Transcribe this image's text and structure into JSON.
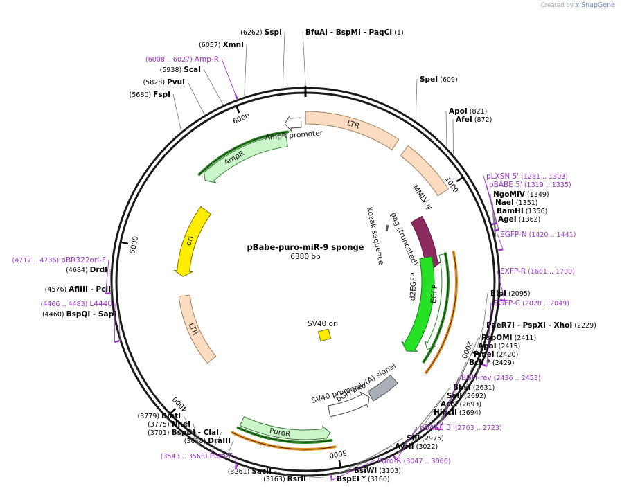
{
  "credit": {
    "prefix": "Created by",
    "brand": "SnapGene"
  },
  "plasmid": {
    "name": "pBabe-puro-miR-9 sponge",
    "size_label": "6380 bp",
    "length": 6380
  },
  "colors": {
    "backbone": "#1a1a1a",
    "primer": "#9b30c8",
    "ltr": "#fbdcc0",
    "mmlv": "#fbdcc0",
    "gag": "#8d2a60",
    "egfp": "#27e127",
    "d2egfp": "#c9f5c9",
    "ampr": "#c9f5c9",
    "ori": "#ffee00",
    "puror": "#c9f5c9",
    "bgh": "#a9afb6",
    "sv40ori": "#ffee00",
    "promoter": "#ffffff",
    "orf_green": "#2a8a20",
    "orf_orange": "#e08d20"
  },
  "ticks": [
    "1000",
    "2000",
    "3000",
    "4000",
    "5000",
    "6000"
  ],
  "features": [
    {
      "label": "LTR",
      "start": 1,
      "end": 589,
      "style": "ltr"
    },
    {
      "label": "MMLV ψ",
      "start": 656,
      "end": 1010,
      "style": "mmlv"
    },
    {
      "label": "gag (truncated)",
      "start": 1075,
      "end": 1492,
      "style": "gag"
    },
    {
      "label": "d2EGFP",
      "start": 1394,
      "end": 2205,
      "style": "d2egfp"
    },
    {
      "label": "EGFP",
      "start": 1394,
      "end": 2110,
      "style": "egfp"
    },
    {
      "label": "bGH poly(A) signal",
      "start": 2440,
      "end": 2664,
      "style": "bgh"
    },
    {
      "label": "SV40 promoter",
      "start": 2676,
      "end": 3006,
      "style": "promoter"
    },
    {
      "label": "PuroR",
      "start": 3025,
      "end": 3624,
      "style": "puror"
    },
    {
      "label": "LTR",
      "start": 4080,
      "end": 4669,
      "style": "ltr"
    },
    {
      "label": "ori",
      "start": 4829,
      "end": 5417,
      "style": "ori"
    },
    {
      "label": "AmpR",
      "start": 5588,
      "end": 6247,
      "style": "ampr"
    },
    {
      "label": "AmpR promoter",
      "start": 6248,
      "end": 6352,
      "style": "promoter"
    }
  ],
  "feature_labels": {
    "kozak": "Kozak sequence",
    "sv40ori": "SV40 ori",
    "mmlv": "MMLV ψ",
    "gag": "gag (truncated)"
  },
  "sites": [
    {
      "enzymes": [
        "BfuAI",
        "BspMI",
        "PaqCI"
      ],
      "pos": "(1)",
      "bp": 1
    },
    {
      "enzymes": [
        "SpeI"
      ],
      "pos": "(609)",
      "bp": 609
    },
    {
      "enzymes": [
        "ApoI"
      ],
      "pos": "(821)",
      "bp": 821
    },
    {
      "enzymes": [
        "AfeI"
      ],
      "pos": "(872)",
      "bp": 872
    },
    {
      "enzymes": [
        "NgoMIV"
      ],
      "pos": "(1349)",
      "bp": 1349
    },
    {
      "enzymes": [
        "NaeI"
      ],
      "pos": "(1351)",
      "bp": 1351
    },
    {
      "enzymes": [
        "BamHI"
      ],
      "pos": "(1356)",
      "bp": 1356
    },
    {
      "enzymes": [
        "AgeI"
      ],
      "pos": "(1362)",
      "bp": 1362
    },
    {
      "enzymes": [
        "BlpI"
      ],
      "pos": "(2095)",
      "bp": 2095
    },
    {
      "enzymes": [
        "PaeR7I",
        "PspXI",
        "XhoI"
      ],
      "pos": "(2229)",
      "bp": 2229
    },
    {
      "enzymes": [
        "PspOMI"
      ],
      "pos": "(2411)",
      "bp": 2411
    },
    {
      "enzymes": [
        "ApaI"
      ],
      "pos": "(2415)",
      "bp": 2415
    },
    {
      "enzymes": [
        "PmeI"
      ],
      "pos": "(2420)",
      "bp": 2420
    },
    {
      "enzymes": [
        "BclI *"
      ],
      "pos": "(2429)",
      "bp": 2429
    },
    {
      "enzymes": [
        "BbsI"
      ],
      "pos": "(2631)",
      "bp": 2631
    },
    {
      "enzymes": [
        "SalI"
      ],
      "pos": "(2692)",
      "bp": 2692
    },
    {
      "enzymes": [
        "AccI"
      ],
      "pos": "(2693)",
      "bp": 2693
    },
    {
      "enzymes": [
        "HincII"
      ],
      "pos": "(2694)",
      "bp": 2694
    },
    {
      "enzymes": [
        "SfiI"
      ],
      "pos": "(2975)",
      "bp": 2975
    },
    {
      "enzymes": [
        "AvrII"
      ],
      "pos": "(3022)",
      "bp": 3022
    },
    {
      "enzymes": [
        "BsiWI"
      ],
      "pos": "(3103)",
      "bp": 3103
    },
    {
      "enzymes": [
        "BspEI *"
      ],
      "pos": "(3160)",
      "bp": 3160
    },
    {
      "enzymes": [
        "RsrII"
      ],
      "pos": "(3163)",
      "bp": 3163
    },
    {
      "enzymes": [
        "SacII"
      ],
      "pos": "(3261)",
      "bp": 3261
    },
    {
      "enzymes": [
        "DraIII"
      ],
      "pos": "(3618)",
      "bp": 3618
    },
    {
      "enzymes": [
        "BspDI",
        "ClaI"
      ],
      "pos": "(3701)",
      "bp": 3701
    },
    {
      "enzymes": [
        "NheI"
      ],
      "pos": "(3775)",
      "bp": 3775
    },
    {
      "enzymes": [
        "BmtI"
      ],
      "pos": "(3779)",
      "bp": 3779
    },
    {
      "enzymes": [
        "BspQI",
        "SapI"
      ],
      "pos": "(4460)",
      "bp": 4460
    },
    {
      "enzymes": [
        "AflIII",
        "PciI"
      ],
      "pos": "(4576)",
      "bp": 4576
    },
    {
      "enzymes": [
        "DrdI"
      ],
      "pos": "(4684)",
      "bp": 4684
    },
    {
      "enzymes": [
        "FspI"
      ],
      "pos": "(5680)",
      "bp": 5680
    },
    {
      "enzymes": [
        "PvuI"
      ],
      "pos": "(5828)",
      "bp": 5828
    },
    {
      "enzymes": [
        "ScaI"
      ],
      "pos": "(5938)",
      "bp": 5938
    },
    {
      "enzymes": [
        "XmnI"
      ],
      "pos": "(6057)",
      "bp": 6057
    },
    {
      "enzymes": [
        "SspI"
      ],
      "pos": "(6262)",
      "bp": 6262
    }
  ],
  "primers": [
    {
      "name": "pLXSN 5'",
      "pos": "(1281 .. 1303)",
      "bp": 1292
    },
    {
      "name": "pBABE 5'",
      "pos": "(1319 .. 1335)",
      "bp": 1327
    },
    {
      "name": "EGFP-N",
      "pos": "(1420 .. 1441)",
      "bp": 1430
    },
    {
      "name": "EXFP-R",
      "pos": "(1681 .. 1700)",
      "bp": 1690
    },
    {
      "name": "EGFP-C",
      "pos": "(2028 .. 2049)",
      "bp": 2038
    },
    {
      "name": "BGH-rev",
      "pos": "(2436 .. 2453)",
      "bp": 2444
    },
    {
      "name": "pBABE 3'",
      "pos": "(2703 .. 2723)",
      "bp": 2713
    },
    {
      "name": "Puro-R",
      "pos": "(3047 .. 3066)",
      "bp": 3056
    },
    {
      "name": "Puro-F",
      "pos": "(3543 .. 3563)",
      "bp": 3553
    },
    {
      "name": "L4440",
      "pos": "(4466 .. 4483)",
      "bp": 4474
    },
    {
      "name": "pBR322ori-F",
      "pos": "(4717 .. 4736)",
      "bp": 4726
    },
    {
      "name": "Amp-R",
      "pos": "(6008 .. 6027)",
      "bp": 6017
    }
  ]
}
